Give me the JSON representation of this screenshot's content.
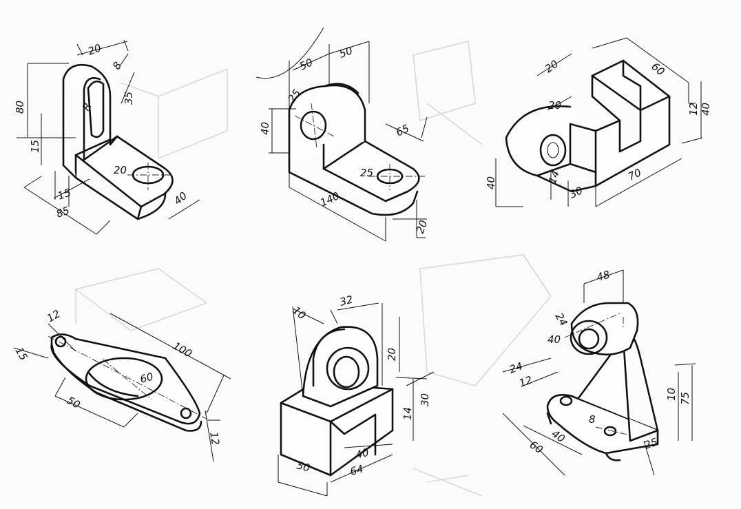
{
  "drawings": [
    {
      "id": "bracket-l",
      "dims": {
        "d1": "20",
        "d2": "8",
        "d3": "80",
        "d4": "35",
        "d5": "R",
        "d6": "20",
        "d7": "15",
        "d8": "15",
        "d9": "85",
        "d10": "40"
      }
    },
    {
      "id": "bearing-block",
      "dims": {
        "d1": "50",
        "d2": "50",
        "d3": "40",
        "d4": "25",
        "d5": "65",
        "d6": "25",
        "d7": "140",
        "d8": "20"
      }
    },
    {
      "id": "slotted-block",
      "dims": {
        "d1": "20",
        "d2": "60",
        "d3": "20",
        "d4": "12",
        "d5": "40",
        "d6": "40",
        "d7": "70",
        "d8": "14",
        "d9": "30"
      }
    },
    {
      "id": "flange-plate",
      "dims": {
        "d1": "12",
        "d2": "15",
        "d3": "100",
        "d4": "60",
        "d5": "50",
        "d6": "12"
      }
    },
    {
      "id": "pillow-block",
      "dims": {
        "d1": "10",
        "d2": "32",
        "d3": "20",
        "d4": "30",
        "d5": "14",
        "d6": "50",
        "d7": "40",
        "d8": "64"
      }
    },
    {
      "id": "angle-bracket",
      "dims": {
        "d1": "48",
        "d2": "24",
        "d3": "40",
        "d4": "24",
        "d5": "12",
        "d6": "10",
        "d7": "75",
        "d8": "8",
        "d9": "60",
        "d10": "40",
        "d11": "25"
      }
    }
  ]
}
